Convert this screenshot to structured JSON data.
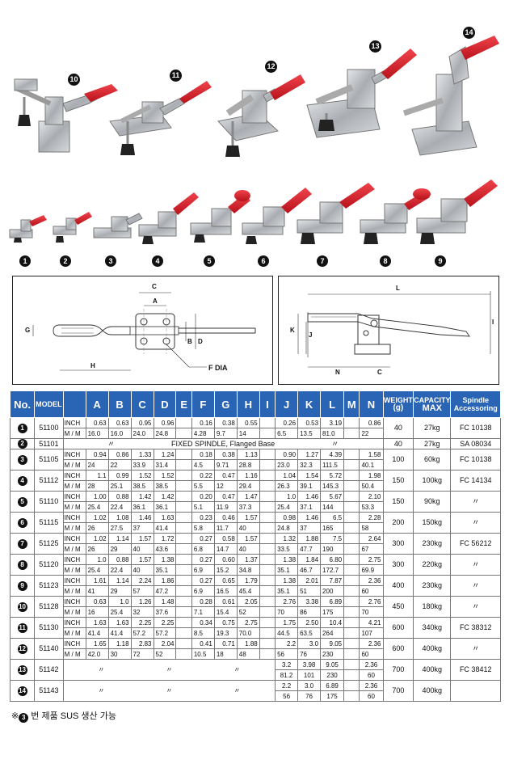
{
  "photos": {
    "large_labels": [
      "10",
      "11",
      "12",
      "13",
      "14"
    ],
    "small_labels": [
      "1",
      "2",
      "3",
      "4",
      "5",
      "6",
      "7",
      "8",
      "9"
    ]
  },
  "diagrams": {
    "top_view_labels": {
      "c": "C",
      "a": "A",
      "g": "G",
      "b": "B",
      "d": "D",
      "h": "H",
      "fdia": "F DIA"
    },
    "side_view_labels": {
      "l": "L",
      "k": "K",
      "j": "J",
      "i": "I",
      "n": "N",
      "c": "C"
    }
  },
  "colors": {
    "header_bg": "#2a64b4",
    "handle_red": "#d81f2a",
    "metal": "#b9bcc0"
  },
  "table": {
    "headers": {
      "no": "No.",
      "model": "MODEL",
      "a": "A",
      "b": "B",
      "c": "C",
      "d": "D",
      "e": "E",
      "f": "F",
      "g": "G",
      "h": "H",
      "i": "I",
      "j": "J",
      "k": "K",
      "l": "L",
      "m": "M",
      "n": "N",
      "weight": "WEIGHT",
      "weight_unit": "(g)",
      "capacity": "CAPACITY",
      "capacity_max": "MAX",
      "spindle": "Spindle",
      "spindle2": "Accessoring"
    },
    "rows": [
      {
        "no": "1",
        "model": "51100",
        "u1": "INCH",
        "u2": "M / M",
        "inch": [
          "0.63",
          "0.63",
          "0.95",
          "0.96",
          "",
          "0.16",
          "0.38",
          "0.55",
          "",
          "0.26",
          "0.53",
          "3.19",
          "",
          "0.86"
        ],
        "mm": [
          "16.0",
          "16.0",
          "24.0",
          "24.8",
          "",
          "4.28",
          "9.7",
          "14",
          "",
          "6.5",
          "13.5",
          "81.0",
          "",
          "22"
        ],
        "weight": "40",
        "capacity": "27kg",
        "spindle": "FC 10138"
      },
      {
        "no": "2",
        "model": "51101",
        "note": "FIXED SPINDLE, Flanged Base",
        "q1": "〃",
        "q2": "〃",
        "weight": "40",
        "capacity": "27kg",
        "spindle": "SA 08034"
      },
      {
        "no": "3",
        "model": "51105",
        "u1": "INCH",
        "u2": "M / M",
        "inch": [
          "0.94",
          "0.86",
          "1.33",
          "1.24",
          "",
          "0.18",
          "0.38",
          "1.13",
          "",
          "0.90",
          "1.27",
          "4.39",
          "",
          "1.58"
        ],
        "mm": [
          "24",
          "22",
          "33.9",
          "31.4",
          "",
          "4.5",
          "9.71",
          "28.8",
          "",
          "23.0",
          "32.3",
          "111.5",
          "",
          "40.1"
        ],
        "weight": "100",
        "capacity": "60kg",
        "spindle": "FC 10138"
      },
      {
        "no": "4",
        "model": "51112",
        "u1": "INCH",
        "u2": "M / M",
        "inch": [
          "1.1",
          "0.99",
          "1.52",
          "1.52",
          "",
          "0.22",
          "0.47",
          "1.16",
          "",
          "1.04",
          "1.54",
          "5.72",
          "",
          "1.98"
        ],
        "mm": [
          "28",
          "25.1",
          "38.5",
          "38.5",
          "",
          "5.5",
          "12",
          "29.4",
          "",
          "26.3",
          "39.1",
          "145.3",
          "",
          "50.4"
        ],
        "weight": "150",
        "capacity": "100kg",
        "spindle": "FC 14134"
      },
      {
        "no": "5",
        "model": "51110",
        "u1": "INCH",
        "u2": "M / M",
        "inch": [
          "1.00",
          "0.88",
          "1.42",
          "1.42",
          "",
          "0.20",
          "0.47",
          "1.47",
          "",
          "1.0",
          "1.46",
          "5.67",
          "",
          "2.10"
        ],
        "mm": [
          "25.4",
          "22.4",
          "36.1",
          "36.1",
          "",
          "5.1",
          "11.9",
          "37.3",
          "",
          "25.4",
          "37.1",
          "144",
          "",
          "53.3"
        ],
        "weight": "150",
        "capacity": "90kg",
        "spindle": "〃"
      },
      {
        "no": "6",
        "model": "51115",
        "u1": "INCH",
        "u2": "M / M",
        "inch": [
          "1.02",
          "1.08",
          "1.46",
          "1.63",
          "",
          "0.23",
          "0.46",
          "1.57",
          "",
          "0.98",
          "1.46",
          "6.5",
          "",
          "2.28"
        ],
        "mm": [
          "26",
          "27.5",
          "37",
          "41.4",
          "",
          "5.8",
          "11.7",
          "40",
          "",
          "24.8",
          "37",
          "165",
          "",
          "58"
        ],
        "weight": "200",
        "capacity": "150kg",
        "spindle": "〃"
      },
      {
        "no": "7",
        "model": "51125",
        "u1": "INCH",
        "u2": "M / M",
        "inch": [
          "1.02",
          "1.14",
          "1.57",
          "1.72",
          "",
          "0.27",
          "0.58",
          "1.57",
          "",
          "1.32",
          "1.88",
          "7.5",
          "",
          "2.64"
        ],
        "mm": [
          "26",
          "29",
          "40",
          "43.6",
          "",
          "6.8",
          "14.7",
          "40",
          "",
          "33.5",
          "47.7",
          "190",
          "",
          "67"
        ],
        "weight": "300",
        "capacity": "230kg",
        "spindle": "FC 56212"
      },
      {
        "no": "8",
        "model": "51120",
        "u1": "INCH",
        "u2": "M / M",
        "inch": [
          "1.0",
          "0.88",
          "1.57",
          "1.38",
          "",
          "0.27",
          "0.60",
          "1.37",
          "",
          "1.38",
          "1.84",
          "6.80",
          "",
          "2.75"
        ],
        "mm": [
          "25.4",
          "22.4",
          "40",
          "35.1",
          "",
          "6.9",
          "15.2",
          "34.8",
          "",
          "35.1",
          "46.7",
          "172.7",
          "",
          "69.9"
        ],
        "weight": "300",
        "capacity": "220kg",
        "spindle": "〃"
      },
      {
        "no": "9",
        "model": "51123",
        "u1": "INCH",
        "u2": "M / M",
        "inch": [
          "1.61",
          "1.14",
          "2.24",
          "1.86",
          "",
          "0.27",
          "0.65",
          "1.79",
          "",
          "1.38",
          "2.01",
          "7.87",
          "",
          "2.36"
        ],
        "mm": [
          "41",
          "29",
          "57",
          "47.2",
          "",
          "6.9",
          "16.5",
          "45.4",
          "",
          "35.1",
          "51",
          "200",
          "",
          "60"
        ],
        "weight": "400",
        "capacity": "230kg",
        "spindle": "〃"
      },
      {
        "no": "10",
        "model": "51128",
        "u1": "INCH",
        "u2": "M / M",
        "inch": [
          "0.63",
          "1.0",
          "1.26",
          "1.48",
          "",
          "0.28",
          "0.61",
          "2.05",
          "",
          "2.76",
          "3.38",
          "6.89",
          "",
          "2.76"
        ],
        "mm": [
          "16",
          "25.4",
          "32",
          "37.6",
          "",
          "7.1",
          "15.4",
          "52",
          "",
          "70",
          "86",
          "175",
          "",
          "70"
        ],
        "weight": "450",
        "capacity": "180kg",
        "spindle": "〃"
      },
      {
        "no": "11",
        "model": "51130",
        "u1": "INCH",
        "u2": "M / M",
        "inch": [
          "1.63",
          "1.63",
          "2.25",
          "2.25",
          "",
          "0.34",
          "0.75",
          "2.75",
          "",
          "1.75",
          "2.50",
          "10.4",
          "",
          "4.21"
        ],
        "mm": [
          "41.4",
          "41.4",
          "57.2",
          "57.2",
          "",
          "8.5",
          "19.3",
          "70.0",
          "",
          "44.5",
          "63.5",
          "264",
          "",
          "107"
        ],
        "weight": "600",
        "capacity": "340kg",
        "spindle": "FC 38312"
      },
      {
        "no": "12",
        "model": "51140",
        "u1": "INCH",
        "u2": "M / M",
        "inch": [
          "1.65",
          "1.18",
          "2.83",
          "2.04",
          "",
          "0.41",
          "0.71",
          "1.88",
          "",
          "2.2",
          "3.0",
          "9.05",
          "",
          "2.36"
        ],
        "mm": [
          "42.0",
          "30",
          "72",
          "52",
          "",
          "10.5",
          "18",
          "48",
          "",
          "56",
          "76",
          "230",
          "",
          "60"
        ],
        "weight": "600",
        "capacity": "400kg",
        "spindle": "〃"
      },
      {
        "no": "13",
        "model": "51142",
        "q": "〃",
        "inch": [
          "3.2",
          "3.98",
          "9.05",
          "",
          "2.36"
        ],
        "mm": [
          "81.2",
          "101",
          "230",
          "",
          "60"
        ],
        "weight": "700",
        "capacity": "400kg",
        "spindle": "FC 38412"
      },
      {
        "no": "14",
        "model": "51143",
        "q": "〃",
        "inch": [
          "2.2",
          "3.0",
          "6.89",
          "",
          "2.36"
        ],
        "mm": [
          "56",
          "76",
          "175",
          "",
          "60"
        ],
        "weight": "700",
        "capacity": "400kg",
        "spindle": ""
      }
    ]
  },
  "footnote": {
    "prefix": "※",
    "num": "3",
    "text": "번 제품 SUS 생산 가능"
  }
}
